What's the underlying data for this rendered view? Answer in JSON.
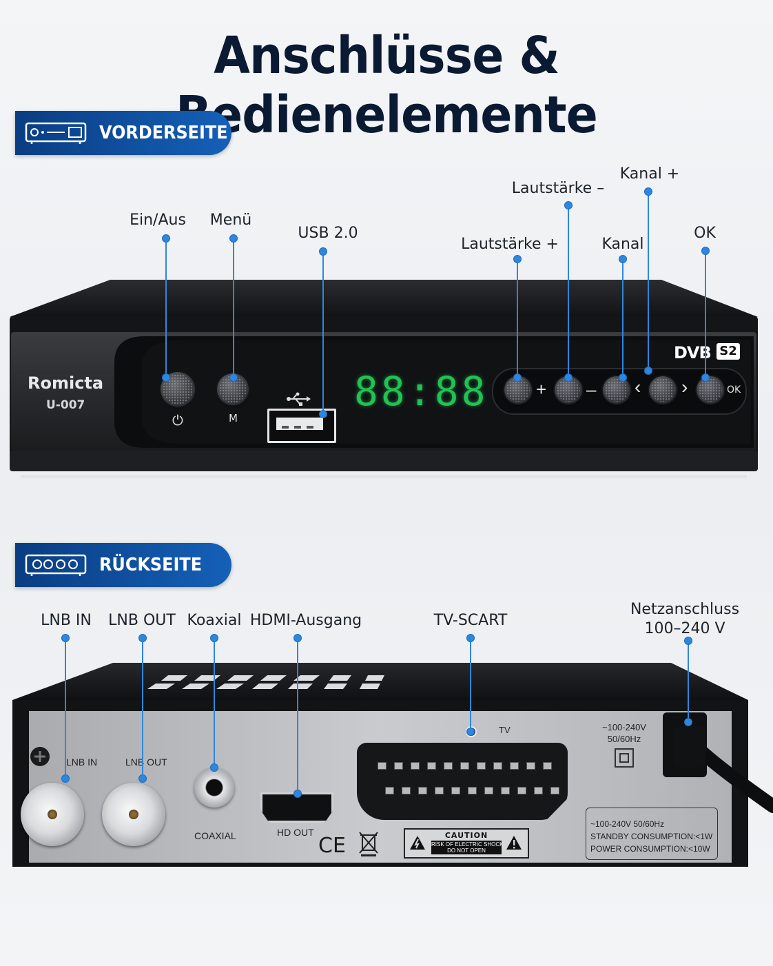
{
  "title": "Anschlüsse & Bedienelemente",
  "front": {
    "section_label": "VORDERSEITE",
    "section_icon": "receiver-front-icon",
    "callouts": {
      "power": "Ein/Aus",
      "menu": "Menü",
      "usb": "USB 2.0",
      "vol_up": "Lautstärke +",
      "vol_down": "Lautstärke –",
      "channel": "Kanal",
      "channel_up": "Kanal +",
      "ok": "OK"
    },
    "device": {
      "brand": "Romicta",
      "model": "U-007",
      "power_symbol": "⏻",
      "menu_symbol": "M",
      "usb_symbol": "⭅",
      "display_digits": "88:88",
      "logo_dvb": "DVB",
      "logo_s2": "S2",
      "plus_sign": "+",
      "minus_sign": "–",
      "left_chevron": "‹",
      "right_chevron": "›",
      "ok_label": "OK",
      "display_color": "#21c254"
    }
  },
  "back": {
    "section_label": "RÜCKSEITE",
    "section_icon": "receiver-back-icon",
    "callouts": {
      "lnb_in": "LNB IN",
      "lnb_out": "LNB OUT",
      "coax": "Koaxial",
      "hdmi": "HDMI-Ausgang",
      "scart": "TV-SCART",
      "power_line1": "Netzanschluss",
      "power_line2": "100–240 V"
    },
    "panel": {
      "lnb_in": "LNB IN",
      "lnb_out": "LNB OUT",
      "coaxial": "COAXIAL",
      "hd_out": "HD OUT",
      "tv": "TV",
      "voltage_line1": "~100-240V",
      "voltage_line2": "50/60Hz",
      "ce_mark": "CE",
      "caution_title": "CAUTION",
      "caution_line1": "RISK OF ELECTRIC SHOCK",
      "caution_line2": "DO NOT OPEN",
      "spec_line1": "~100-240V 50/60Hz",
      "spec_line2": "STANDBY CONSUMPTION:<1W",
      "spec_line3": "POWER CONSUMPTION:<10W"
    }
  },
  "colors": {
    "accent_blue": "#2f86dd",
    "pill_blue": "#0a3d82",
    "title_navy": "#0b1a33"
  }
}
